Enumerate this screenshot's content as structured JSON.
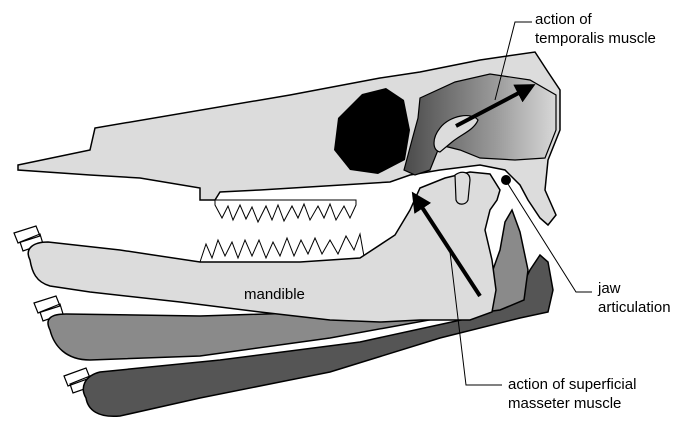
{
  "labels": {
    "temporalis": [
      "action of",
      "temporalis muscle"
    ],
    "jaw": [
      "jaw",
      "articulation"
    ],
    "mandible": "mandible",
    "masseter": [
      "action of superficial",
      "masseter muscle"
    ]
  },
  "colors": {
    "skull": "#dcdcdc",
    "outline": "#000000",
    "jaw_mid": "#8a8a8a",
    "jaw_dark": "#555555",
    "eye": "#000000"
  }
}
